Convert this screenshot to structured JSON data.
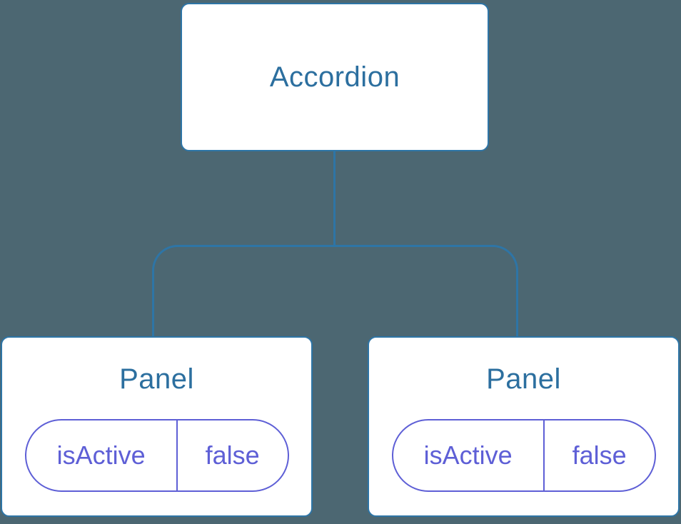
{
  "diagram": {
    "background": "#4C6772",
    "colors": {
      "node_border": "#2E75A6",
      "node_text": "#2C6F9F",
      "connector": "#2E75A6",
      "state_accent": "#5E5FD6",
      "node_fill": "#FFFFFF"
    },
    "root": {
      "label": "Accordion"
    },
    "panels": [
      {
        "label": "Panel",
        "state_name": "isActive",
        "state_value": "false"
      },
      {
        "label": "Panel",
        "state_name": "isActive",
        "state_value": "false"
      }
    ]
  }
}
